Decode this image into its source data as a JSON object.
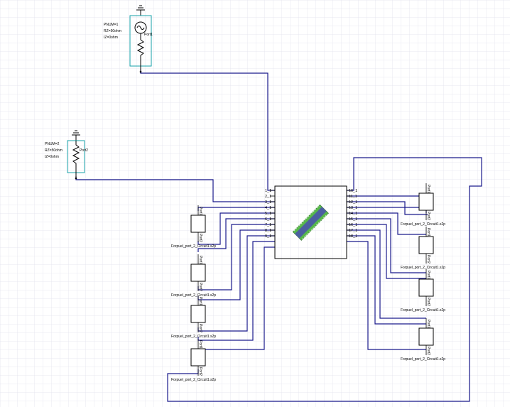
{
  "canvas": {
    "grid": true
  },
  "colors": {
    "wire": "#1a1a8c",
    "port": "#17a2a8",
    "grid": "#e2e2ee",
    "chip_green": "#57b84a",
    "chip_blue": "#4b5fa0"
  },
  "port1": {
    "name": "Port1",
    "params": [
      "PNUM=1",
      "RZ=50ohm",
      "IZ=0ohm"
    ],
    "icon": "ac-source-port-icon"
  },
  "port2": {
    "name": "Port2",
    "params": [
      "PNUM=2",
      "RZ=50ohm",
      "IZ=0ohm"
    ],
    "icon": "resistor-port-icon"
  },
  "left_pins": [
    "1_1",
    "2_1",
    "3_1",
    "4_1",
    "5_1",
    "6_1",
    "7_1",
    "8_1",
    "9_1"
  ],
  "right_pins": [
    "10_1",
    "11_1",
    "12_1",
    "13_1",
    "14_1",
    "15_1",
    "16_1",
    "17_1",
    "18_1"
  ],
  "block_top": "Port1",
  "block_bottom": "Port2",
  "left_blocks": [
    {
      "label": "Forpuel_port_2_Circuit1.s2p"
    },
    {
      "label": "Forpuel_port_2_Circuit1.s2p"
    },
    {
      "label": "Forpuel_port_2_Circuit1.s2p"
    },
    {
      "label": "Forpuel_port_2_Circuit1.s2p"
    }
  ],
  "right_blocks": [
    {
      "label": "Forpuel_port_2_Circuit1.s2p"
    },
    {
      "label": "Forpuel_port_2_Circuit1.s2p"
    },
    {
      "label": "Forpuel_port_2_Circuit1.s2p"
    },
    {
      "label": "Forpuel_port_2_Circuit1.s2p"
    }
  ]
}
